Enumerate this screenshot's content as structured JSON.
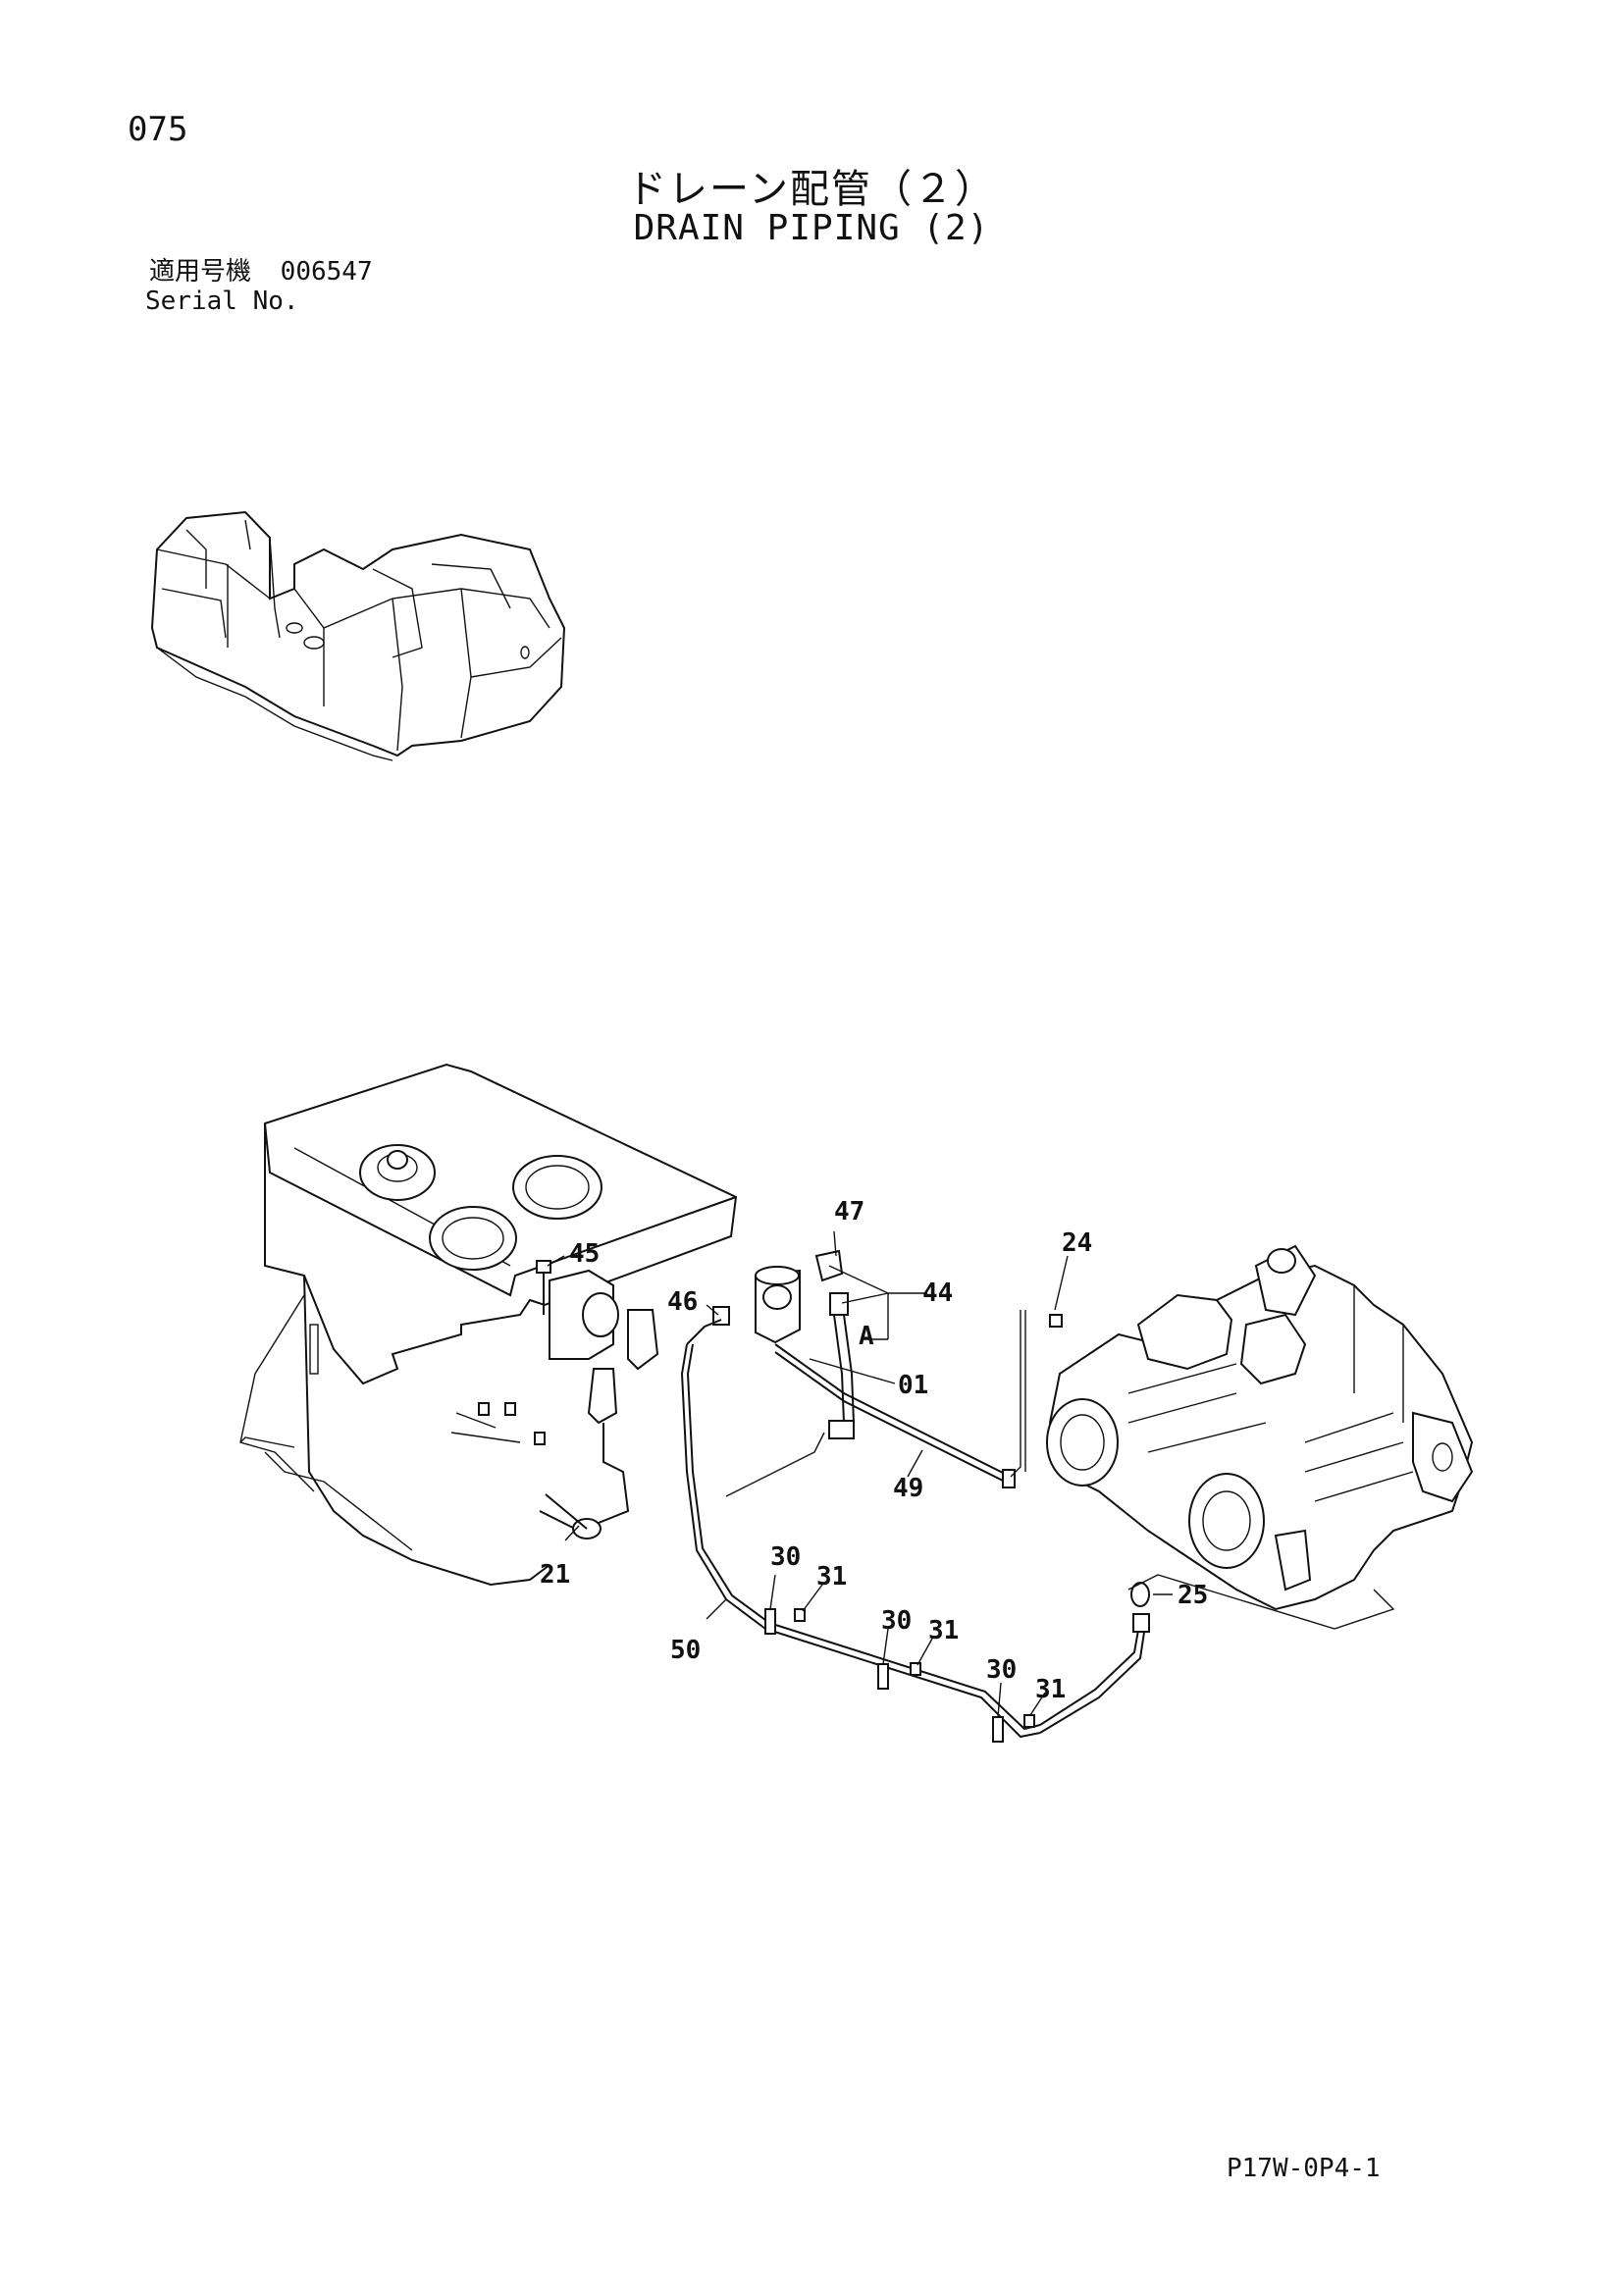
{
  "header": {
    "page_number": "075",
    "title_jp": "ドレーン配管（２）",
    "title_en": "DRAIN PIPING (2)",
    "serial_label_jp": "適用号機",
    "serial_value": "006547",
    "serial_label_en": "Serial No."
  },
  "callouts": {
    "c47": "47",
    "c45": "45",
    "c44": "44",
    "c46": "46",
    "cA": "A",
    "c01": "01",
    "c24": "24",
    "c49": "49",
    "c21": "21",
    "c30a": "30",
    "c31a": "31",
    "c30b": "30",
    "c31b": "31",
    "c30c": "30",
    "c31c": "31",
    "c25": "25",
    "c50": "50"
  },
  "footer": {
    "drawing_code": "P17W-0P4-1"
  }
}
